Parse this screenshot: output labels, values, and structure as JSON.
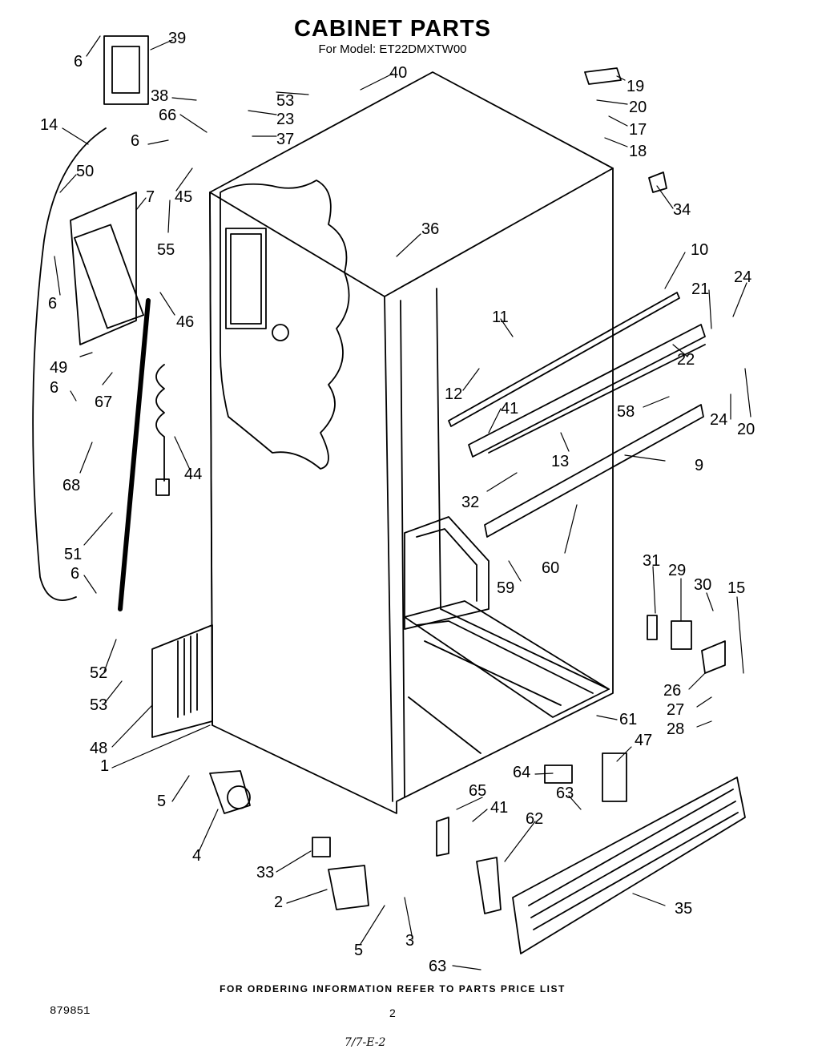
{
  "title": "CABINET PARTS",
  "subtitle": "For Model: ET22DMXTW00",
  "footer": "FOR ORDERING INFORMATION REFER TO PARTS PRICE LIST",
  "doc_number": "879851",
  "page_number": "2",
  "handwritten_note": "7/7-E-2",
  "callouts": [
    "6",
    "39",
    "38",
    "66",
    "53",
    "40",
    "19",
    "20",
    "17",
    "18",
    "23",
    "37",
    "14",
    "50",
    "45",
    "6",
    "7",
    "55",
    "34",
    "36",
    "10",
    "24",
    "21",
    "11",
    "6",
    "46",
    "49",
    "22",
    "6",
    "67",
    "12",
    "41",
    "58",
    "20",
    "24",
    "13",
    "9",
    "32",
    "68",
    "44",
    "60",
    "59",
    "51",
    "6",
    "31",
    "29",
    "30",
    "15",
    "52",
    "26",
    "53",
    "27",
    "28",
    "48",
    "61",
    "1",
    "47",
    "64",
    "5",
    "65",
    "41",
    "63",
    "62",
    "4",
    "33",
    "35",
    "2",
    "5",
    "3",
    "63"
  ]
}
